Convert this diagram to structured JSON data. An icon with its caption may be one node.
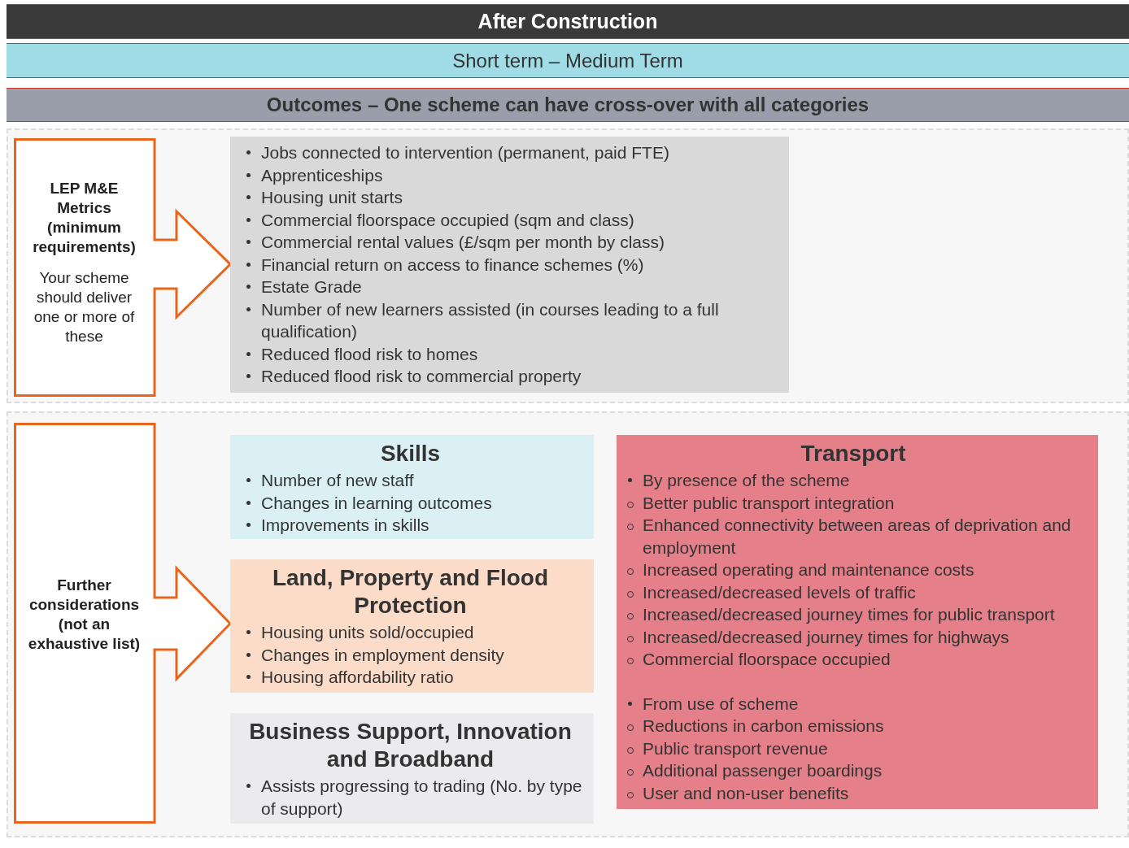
{
  "diagram": {
    "nodes": [
      {
        "text": [
          "After Construction"
        ]
      },
      {
        "text": [
          "Short term – Medium Term"
        ]
      },
      {
        "text": [
          "Outcomes – One scheme can have cross-over with all categories"
        ]
      },
      {
        "text": [
          "LEP M&E Metrics (minimum requirements)",
          "Your scheme should deliver one or more of these"
        ]
      },
      {
        "text": [
          "Jobs connected to intervention (permanent, paid FTE)",
          "Apprenticeships",
          "Housing unit starts",
          "Commercial floorspace occupied (sqm and class)",
          "Commercial rental values (£/sqm per month by class)",
          "Financial return on access to finance schemes (%)",
          "Estate Grade",
          "Number of new learners assisted (in courses leading to a full qualification)",
          "Reduced flood risk to homes",
          "Reduced flood risk to commercial property"
        ]
      },
      {
        "text": [
          "Further considerations (not an exhaustive list)"
        ]
      },
      {
        "text": [
          "Skills",
          "Number of new staff",
          "Changes in learning outcomes",
          "Improvements in skills"
        ]
      },
      {
        "text": [
          "Land, Property and Flood Protection",
          "Housing units sold/occupied",
          "Changes in employment density",
          "Housing affordability ratio"
        ]
      },
      {
        "text": [
          "Business Support, Innovation and Broadband",
          "Assists progressing to trading (No. by type of support)"
        ]
      },
      {
        "text": [
          "Transport",
          "By presence of the scheme",
          "Better public transport integration",
          "Enhanced connectivity between areas of deprivation and employment",
          "Increased operating and maintenance costs",
          "Increased/decreased levels of traffic",
          "Increased/decreased journey times for public transport",
          "Increased/decreased journey times for highways",
          "Commercial floorspace occupied",
          "From use of scheme",
          "Reductions in carbon emissions",
          "Public transport revenue",
          "Additional passenger boardings",
          "User and non-user benefits"
        ]
      }
    ]
  }
}
